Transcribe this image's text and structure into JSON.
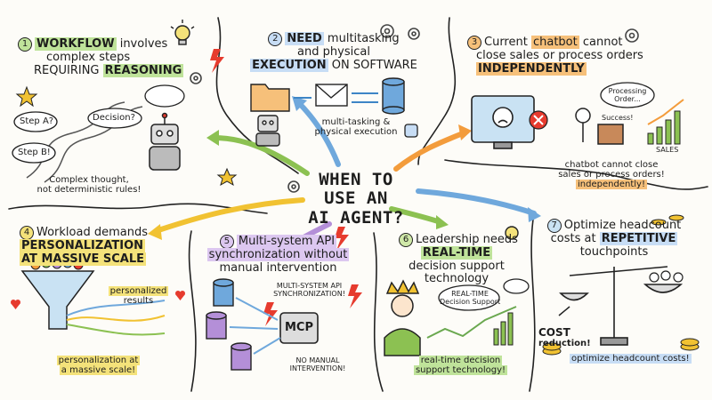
{
  "center": {
    "line1": "WHEN TO",
    "line2": "USE AN",
    "line3": "AI AGENT?"
  },
  "s1": {
    "num": "1",
    "kw": "WORKFLOW",
    "rest": " involves",
    "line2": "complex steps",
    "line3a": "REQUIRING ",
    "line3b": "REASONING",
    "bubble_a": "Step A?",
    "bubble_b": "Step B!",
    "bubble_c": "Decision?",
    "caption1": "Complex thought,",
    "caption2": "not deterministic rules!"
  },
  "s2": {
    "num": "2",
    "kw": "NEED",
    "rest": " multitasking",
    "line2": "and physical",
    "line3a": "EXECUTION",
    "line3b": " ON SOFTWARE",
    "caption1": "multi-tasking &",
    "caption2": "physical execution"
  },
  "s3": {
    "num": "3",
    "pre": "Current ",
    "kw": "chatbot",
    "rest": " cannot",
    "line2": "close sales or process orders",
    "line3": "INDEPENDENTLY",
    "bubble1": "Processing",
    "bubble2": "Order...",
    "success": "Success!",
    "sales": "SALES",
    "caption1": "chatbot cannot close",
    "caption2": "sales or process orders!",
    "caption3": "independently!"
  },
  "s4": {
    "num": "4",
    "line1": "Workload demands",
    "line2": "PERSONALIZATION",
    "line3": "AT MASSIVE SCALE",
    "caption_a1": "personalized",
    "caption_a2": "results",
    "caption_b1": "personalization at",
    "caption_b2": "a massive scale!"
  },
  "s5": {
    "num": "5",
    "line1": "Multi-system API",
    "line2": "synchronization without",
    "line3": "manual intervention",
    "box1": "MULTI-SYSTEM API",
    "box2": "SYNCHRONIZATION!",
    "mcp": "MCP",
    "caption1": "NO MANUAL",
    "caption2": "INTERVENTION!"
  },
  "s6": {
    "num": "6",
    "line1": "Leadership needs",
    "line2": "REAL-TIME",
    "line3": "decision support",
    "line4": "technology",
    "bubble1": "REAL-TIME",
    "bubble2": "Decision Support",
    "caption1": "real-time decision",
    "caption2": "support technology!"
  },
  "s7": {
    "num": "7",
    "line1": "Optimize headcount",
    "line2a": "costs at ",
    "line2b": "REPETITIVE",
    "line3": "touchpoints",
    "cost1": "COST",
    "cost2": "reduction!",
    "caption": "optimize headcount costs!"
  },
  "colors": {
    "green": "#8cc152",
    "blue": "#6fa8dc",
    "orange": "#f39c3c",
    "yellow": "#f1c232",
    "purple": "#b48fd8"
  }
}
